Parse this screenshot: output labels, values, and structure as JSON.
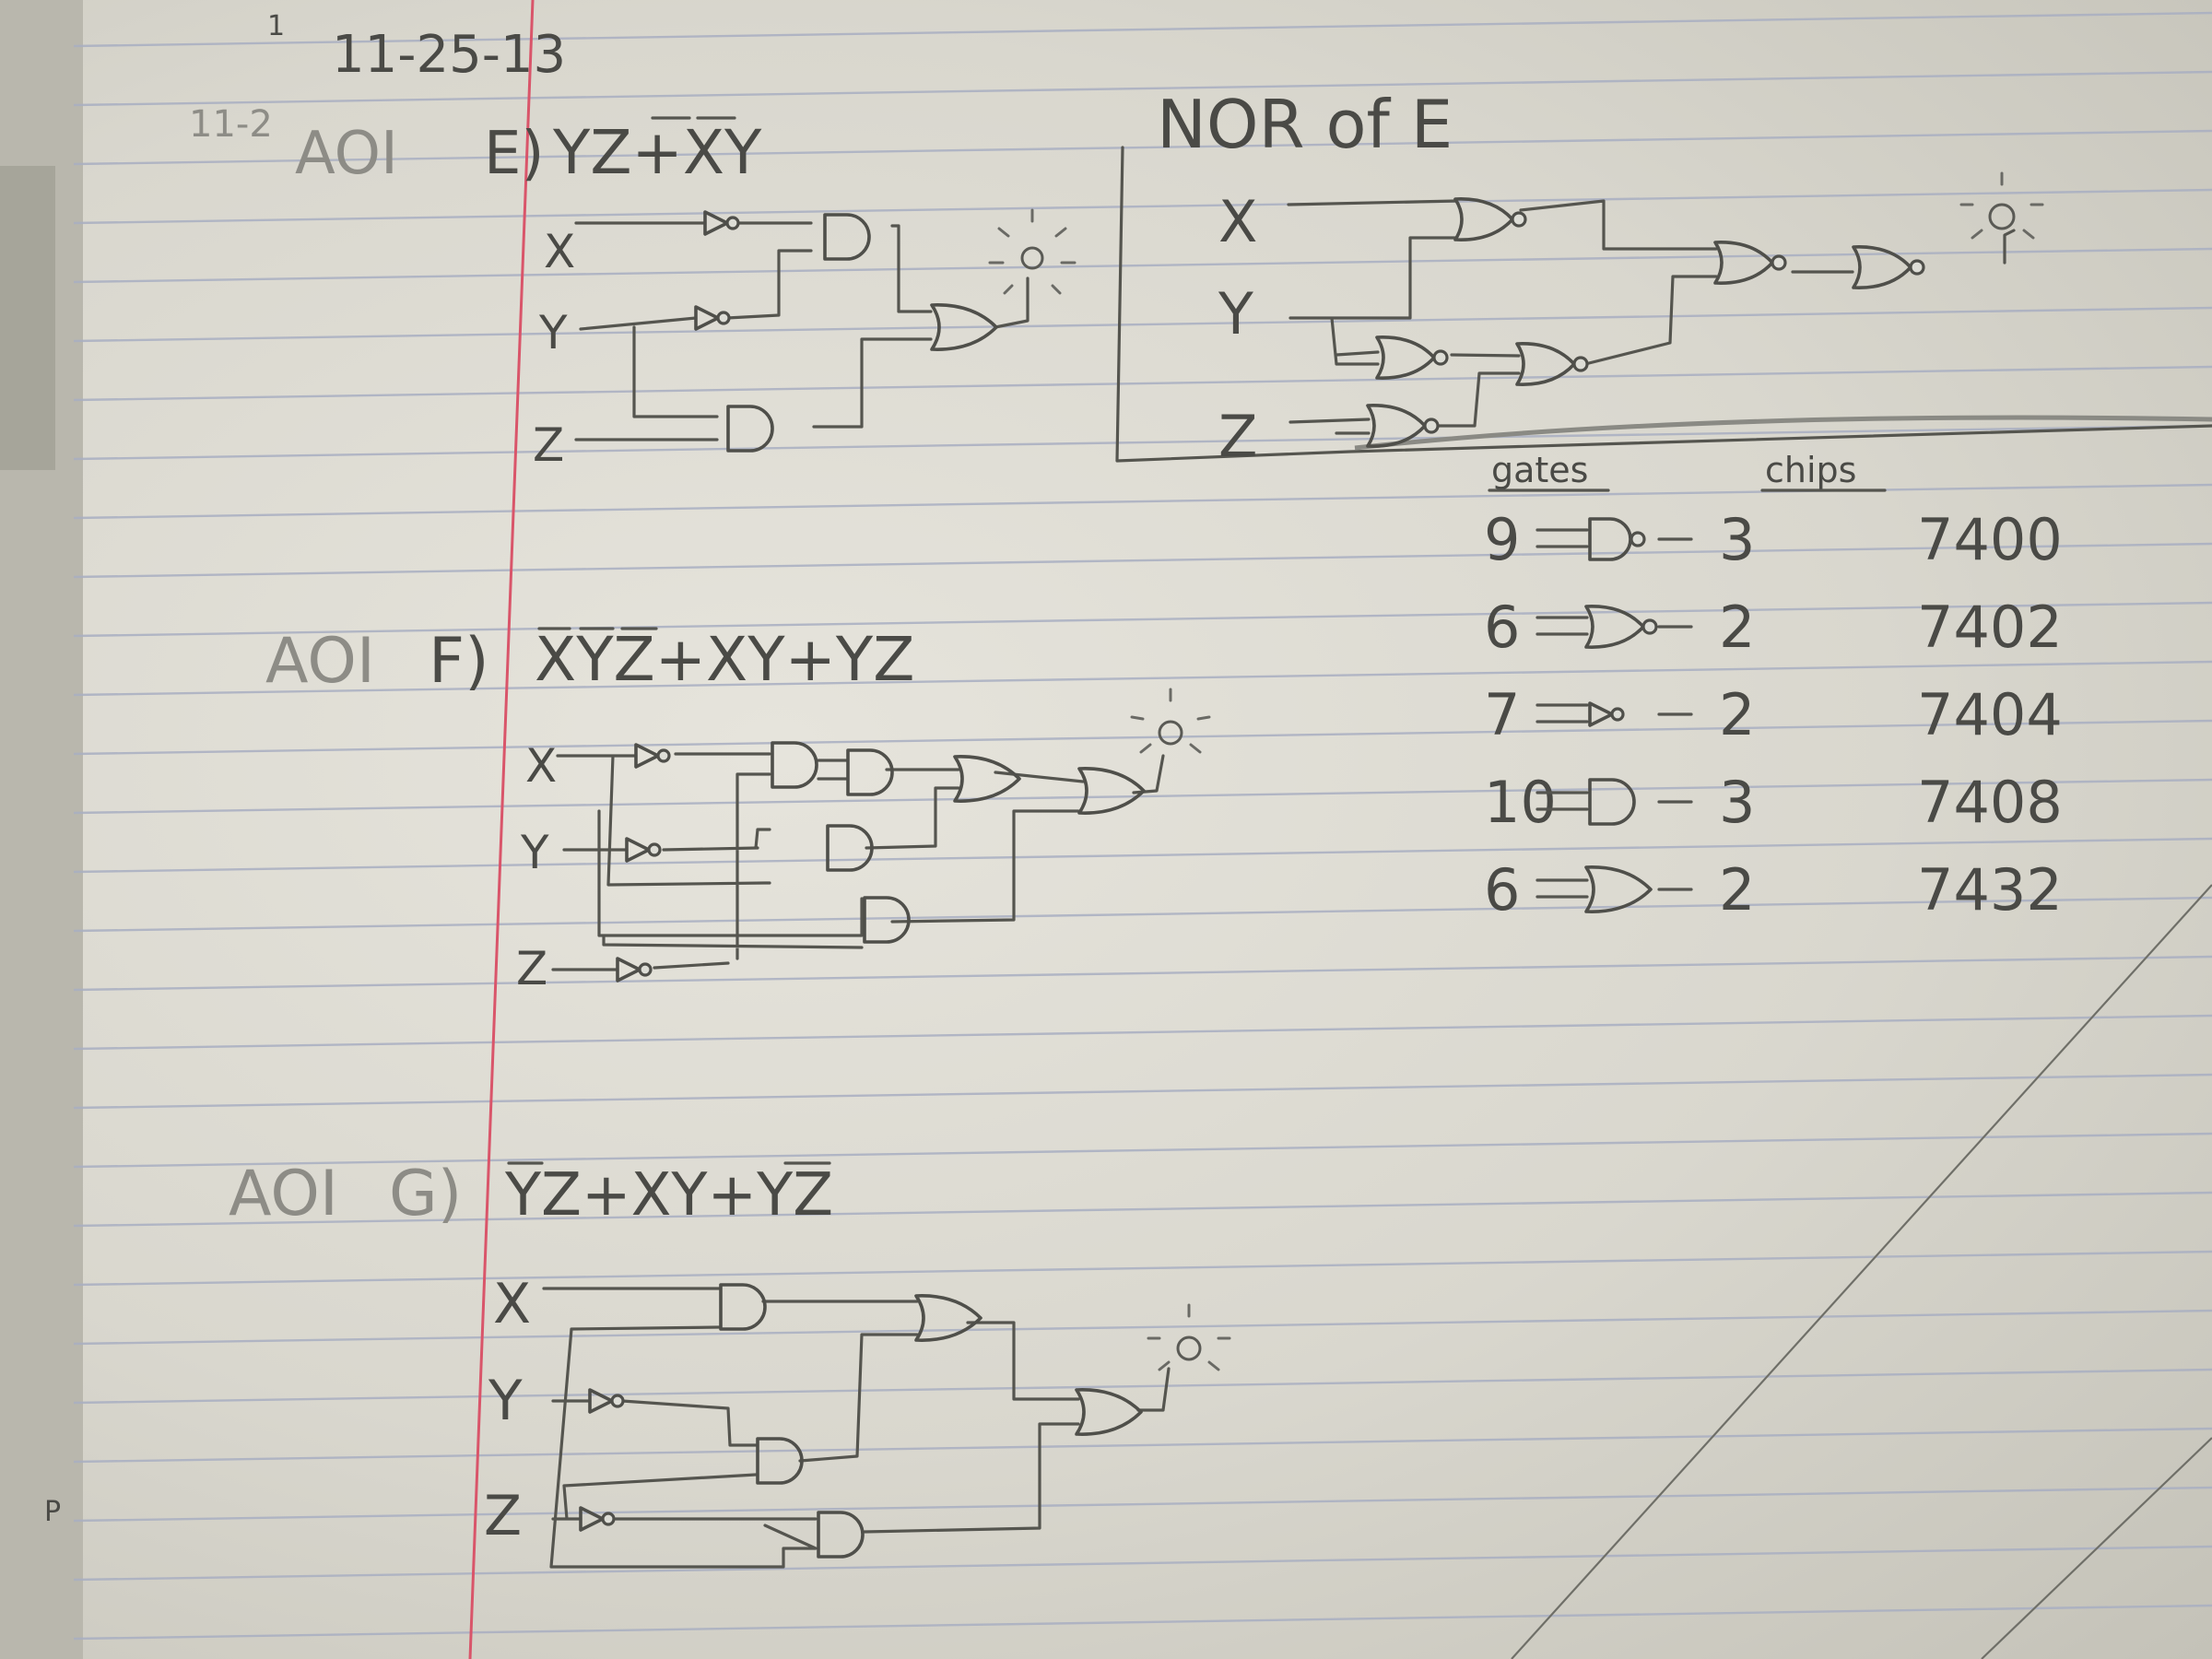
{
  "header": {
    "corner_mark": "1",
    "date": "11-25-13"
  },
  "sections": {
    "e": {
      "number": "11-2",
      "method": "AOI",
      "letter": "E)",
      "expression": "YZ+XY",
      "inputs": [
        "X",
        "Y",
        "Z"
      ]
    },
    "f": {
      "method": "AOI",
      "letter": "F)",
      "expression": "XYZ+XY+YZ",
      "inputs": [
        "X",
        "Y",
        "Z"
      ]
    },
    "g": {
      "method": "AOI",
      "letter": "G)",
      "expression": "YZ+XY+YZ",
      "inputs": [
        "X",
        "Y",
        "Z"
      ]
    }
  },
  "nor_section": {
    "title": "NOR of E",
    "inputs": [
      "X",
      "Y",
      "Z"
    ]
  },
  "chip_table": {
    "headers": [
      "gates",
      "chips"
    ],
    "rows": [
      {
        "gates": "9",
        "gate": "nand-icon",
        "chips": "3",
        "part": "7400"
      },
      {
        "gates": "6",
        "gate": "nor-icon",
        "chips": "2",
        "part": "7402"
      },
      {
        "gates": "7",
        "gate": "not-icon",
        "chips": "2",
        "part": "7404"
      },
      {
        "gates": "10",
        "gate": "and-icon",
        "chips": "3",
        "part": "7408"
      },
      {
        "gates": "6",
        "gate": "or-icon",
        "chips": "2",
        "part": "7432"
      }
    ]
  },
  "page_marks": {
    "edge_letter": "P"
  },
  "colors": {
    "pencil": "#4f4f4a",
    "ruled_line": "#a9afc2",
    "margin_line": "#d9556a",
    "paper": "#e6e4dc"
  }
}
